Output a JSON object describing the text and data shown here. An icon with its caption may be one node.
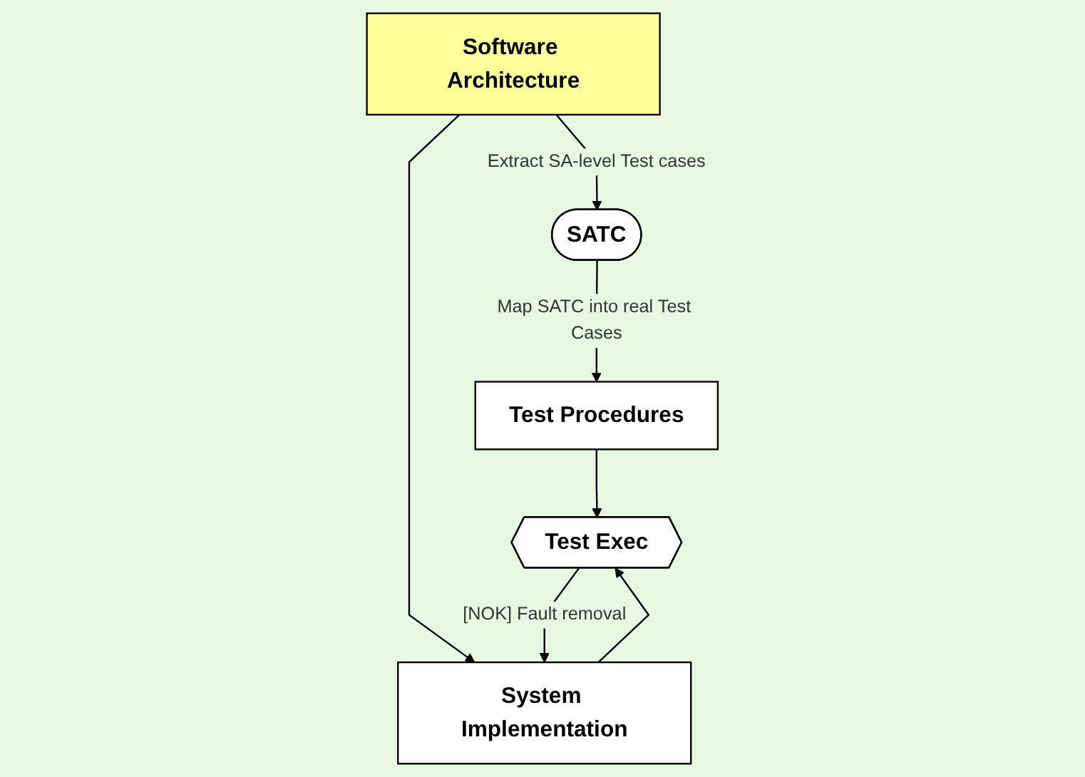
{
  "diagram": {
    "nodes": [
      {
        "text": [
          "Software Architecture"
        ]
      },
      {
        "text": [
          "SATC"
        ]
      },
      {
        "text": [
          "System Implementation"
        ]
      },
      {
        "text": [
          "Test Exec"
        ]
      },
      {
        "text": [
          "Test Procedures"
        ]
      }
    ],
    "edges": [
      {
        "from": 0,
        "to": 1,
        "arrow": "to",
        "label": "Extract SA-level Test cases"
      },
      {
        "from": 0,
        "to": 2,
        "arrow": "to"
      },
      {
        "from": 1,
        "to": 4,
        "arrow": "to",
        "label": "Map SATC into real Test Cases"
      },
      {
        "from": 2,
        "to": 3,
        "arrow": "to"
      },
      {
        "from": 4,
        "to": 3,
        "arrow": "to"
      },
      {
        "from": 3,
        "to": 2,
        "arrow": "to",
        "label": "[NOK] Fault removal"
      }
    ]
  }
}
